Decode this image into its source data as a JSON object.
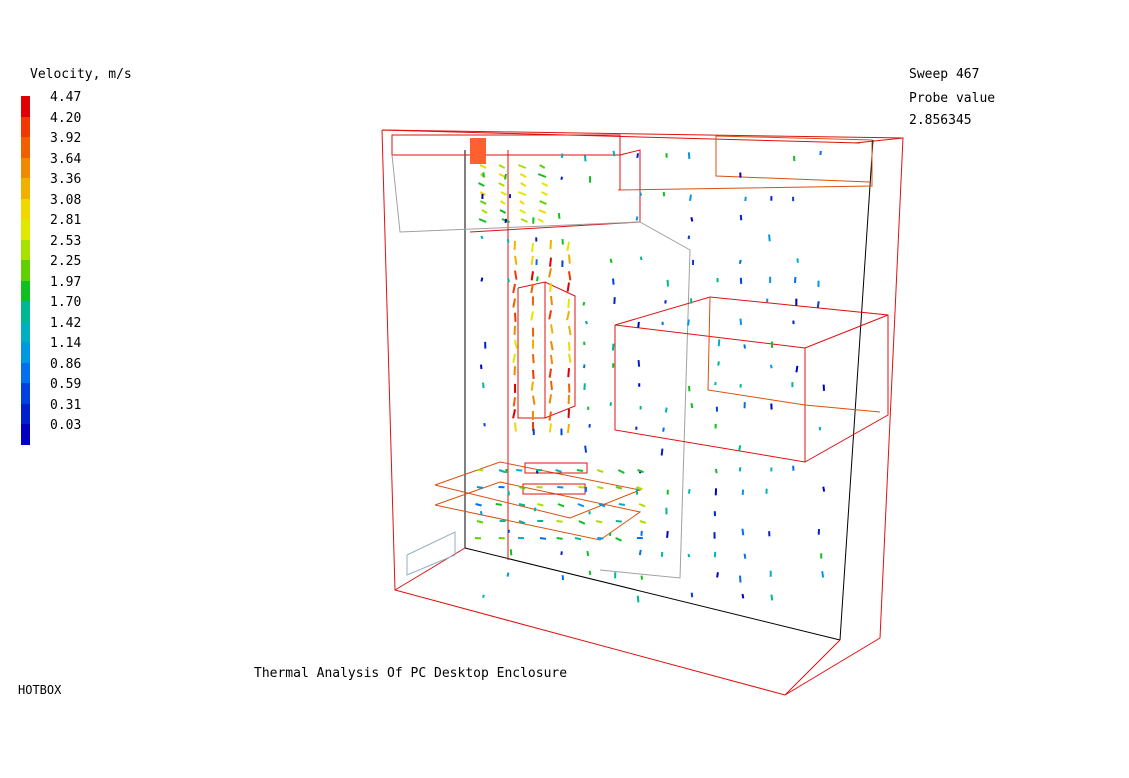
{
  "legend": {
    "title": "Velocity, m/s",
    "entries": [
      {
        "label": "4.47",
        "color": "#e00000"
      },
      {
        "label": "4.20",
        "color": "#f03800"
      },
      {
        "label": "3.92",
        "color": "#f06000"
      },
      {
        "label": "3.64",
        "color": "#f08800"
      },
      {
        "label": "3.36",
        "color": "#f0b000"
      },
      {
        "label": "3.08",
        "color": "#f0d800"
      },
      {
        "label": "2.81",
        "color": "#e0e800"
      },
      {
        "label": "2.53",
        "color": "#a8e000"
      },
      {
        "label": "2.25",
        "color": "#60d000"
      },
      {
        "label": "1.97",
        "color": "#10c020"
      },
      {
        "label": "1.70",
        "color": "#00b890"
      },
      {
        "label": "1.42",
        "color": "#00b0c0"
      },
      {
        "label": "1.14",
        "color": "#0098e0"
      },
      {
        "label": "0.86",
        "color": "#0070f0"
      },
      {
        "label": "0.59",
        "color": "#0040e0"
      },
      {
        "label": "0.31",
        "color": "#0020d0"
      },
      {
        "label": "0.03",
        "color": "#0000c0"
      }
    ]
  },
  "sweep": "Sweep 467",
  "probe": {
    "label": "Probe value",
    "value": "2.856345"
  },
  "caption": "Thermal Analysis Of PC Desktop Enclosure",
  "brand": "HOTBOX",
  "colors": {
    "enclosure": "#e01010",
    "component": "#d85010",
    "baffle": "#a0a0a0",
    "edge": "#000000"
  }
}
